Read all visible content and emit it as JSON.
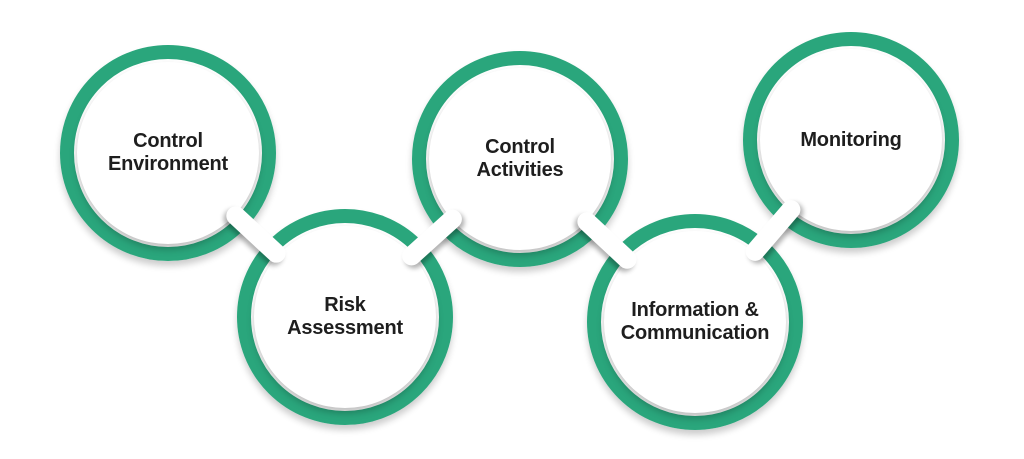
{
  "diagram": {
    "type": "linked-circle-chain",
    "background_color": "#FFFFFF",
    "ring_color": "#2AA67C",
    "label_color": "#1E1E1E",
    "nodes": [
      {
        "id": "control-environment",
        "label": [
          "Control",
          "Environment"
        ],
        "row": "top"
      },
      {
        "id": "risk-assessment",
        "label": [
          "Risk",
          "Assessment"
        ],
        "row": "bottom"
      },
      {
        "id": "control-activities",
        "label": [
          "Control",
          "Activities"
        ],
        "row": "top"
      },
      {
        "id": "information-communication",
        "label": [
          "Information &",
          "Communication"
        ],
        "row": "bottom"
      },
      {
        "id": "monitoring",
        "label": [
          "Monitoring"
        ],
        "row": "top"
      }
    ],
    "connectors": [
      {
        "from": "control-environment",
        "to": "risk-assessment"
      },
      {
        "from": "risk-assessment",
        "to": "control-activities"
      },
      {
        "from": "control-activities",
        "to": "information-communication"
      },
      {
        "from": "information-communication",
        "to": "monitoring"
      }
    ]
  }
}
